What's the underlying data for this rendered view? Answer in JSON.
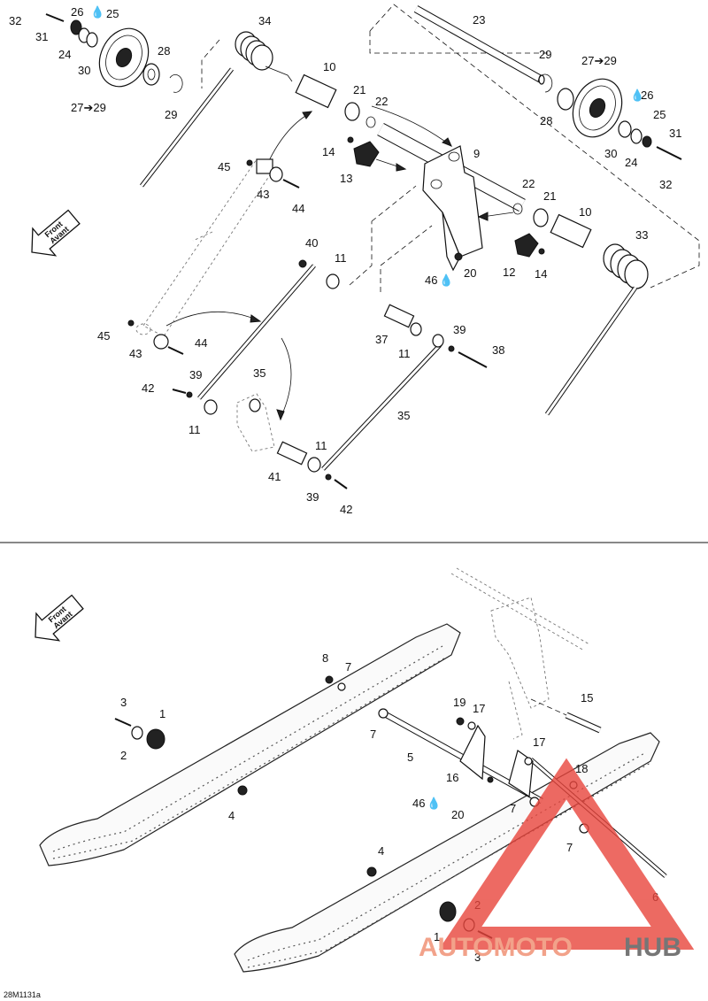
{
  "diagram": {
    "footer_code": "28M1131a",
    "front_arrow": {
      "line1": "Front",
      "line2": "Avant"
    },
    "lube_symbol": "lube-drop-icon",
    "watermark": {
      "word_a": "AUTOMOTO",
      "word_b": "HUB",
      "color_a": "#f08b6e",
      "color_b": "#555555",
      "triangle_color": "#e8453c"
    },
    "top_labels": {
      "l32a": "32",
      "l26a": "26",
      "l25a": "25",
      "l31a": "31",
      "l24a": "24",
      "l30a": "30",
      "l28a": "28",
      "l27a": "27➔29",
      "l29a": "29",
      "l34": "34",
      "l10a": "10",
      "l21a": "21",
      "l22a": "22",
      "l23": "23",
      "l29b": "29",
      "l27b": "27➔29",
      "l26b": "26",
      "l25b": "25",
      "l28b": "28",
      "l31b": "31",
      "l30b": "30",
      "l24b": "24",
      "l32b": "32",
      "l14a": "14",
      "l13": "13",
      "l9": "9",
      "l22b": "22",
      "l21b": "21",
      "l10b": "10",
      "l45a": "45",
      "l43a": "43",
      "l44a": "44",
      "l33": "33",
      "l12": "12",
      "l14b": "14",
      "l46": "46",
      "l20": "20",
      "l40": "40",
      "l11a": "11",
      "l45b": "45",
      "l43b": "43",
      "l44b": "44",
      "l37": "37",
      "l39a": "39",
      "l11b": "11",
      "l38": "38",
      "l39b": "39",
      "l35a": "35",
      "l42a": "42",
      "l11c": "11",
      "l35b": "35",
      "l11d": "11",
      "l41": "41",
      "l39c": "39",
      "l42b": "42"
    },
    "bottom_labels": {
      "b8": "8",
      "b7a": "7",
      "b3a": "3",
      "b1a": "1",
      "b2a": "2",
      "b7b": "7",
      "b19": "19",
      "b17a": "17",
      "b15": "15",
      "b5": "5",
      "b17b": "17",
      "b18": "18",
      "b16": "16",
      "b4a": "4",
      "b46": "46",
      "b20": "20",
      "b7c": "7",
      "b7d": "7",
      "b4b": "4",
      "b6": "6",
      "b2b": "2",
      "b1b": "1",
      "b3b": "3"
    }
  }
}
